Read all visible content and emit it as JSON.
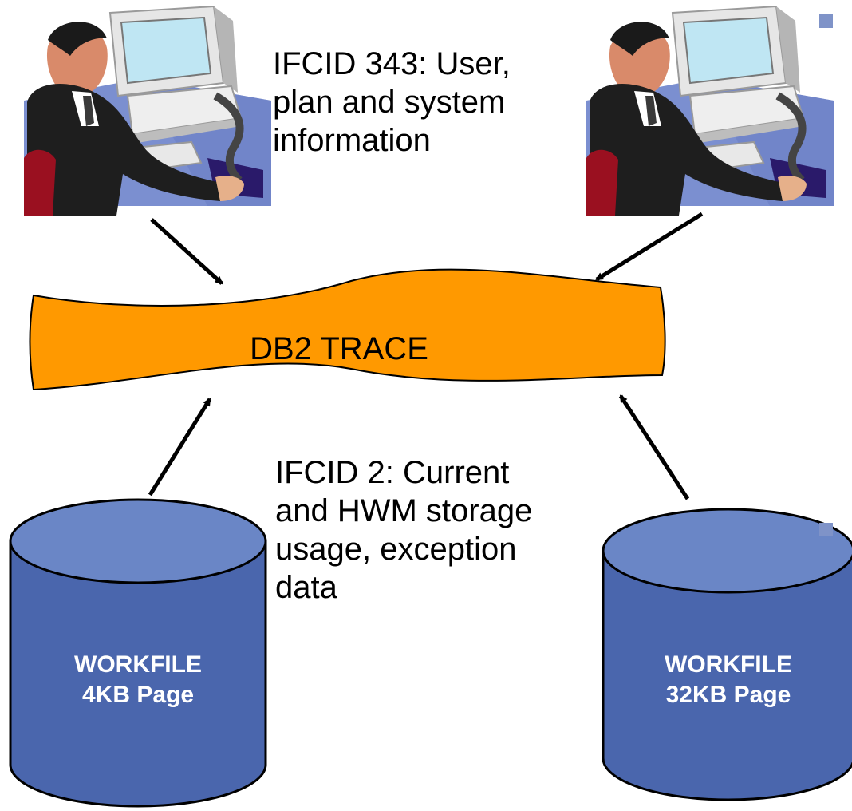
{
  "captions": {
    "ifcid_343": [
      "IFCID 343: User,",
      "plan and system",
      "information"
    ],
    "ifcid_2": [
      "IFCID 2: Current",
      "and HWM storage",
      "usage, exception",
      "data"
    ]
  },
  "trace": {
    "label": "DB2 TRACE"
  },
  "workfiles": [
    {
      "line1": "WORKFILE",
      "line2": "4KB Page"
    },
    {
      "line1": "WORKFILE",
      "line2": "32KB Page"
    }
  ],
  "colors": {
    "banner_fill": "#ff9900",
    "cylinder_body": "#4a66ad",
    "cylinder_top": "#6a86c6",
    "arrow": "#000000",
    "bullet": "#7f93c8",
    "workfile_text": "#ffffff"
  },
  "icons": [
    "computer-user-icon",
    "computer-user-icon"
  ]
}
